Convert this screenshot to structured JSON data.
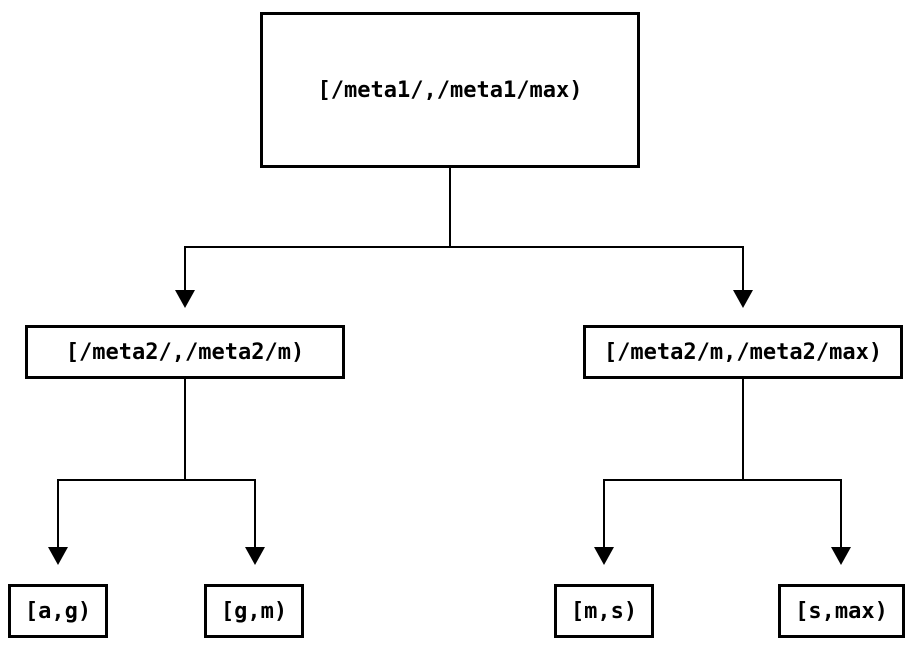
{
  "diagram": {
    "type": "tree",
    "background_color": "#ffffff",
    "line_color": "#000000",
    "text_color": "#000000",
    "root": {
      "label": "[/meta1/,/meta1/max)",
      "children": [
        {
          "label": "[/meta2/,/meta2/m)",
          "children": [
            {
              "label": "[a,g)"
            },
            {
              "label": "[g,m)"
            }
          ]
        },
        {
          "label": "[/meta2/m,/meta2/max)",
          "children": [
            {
              "label": "[m,s)"
            },
            {
              "label": "[s,max)"
            }
          ]
        }
      ]
    }
  }
}
